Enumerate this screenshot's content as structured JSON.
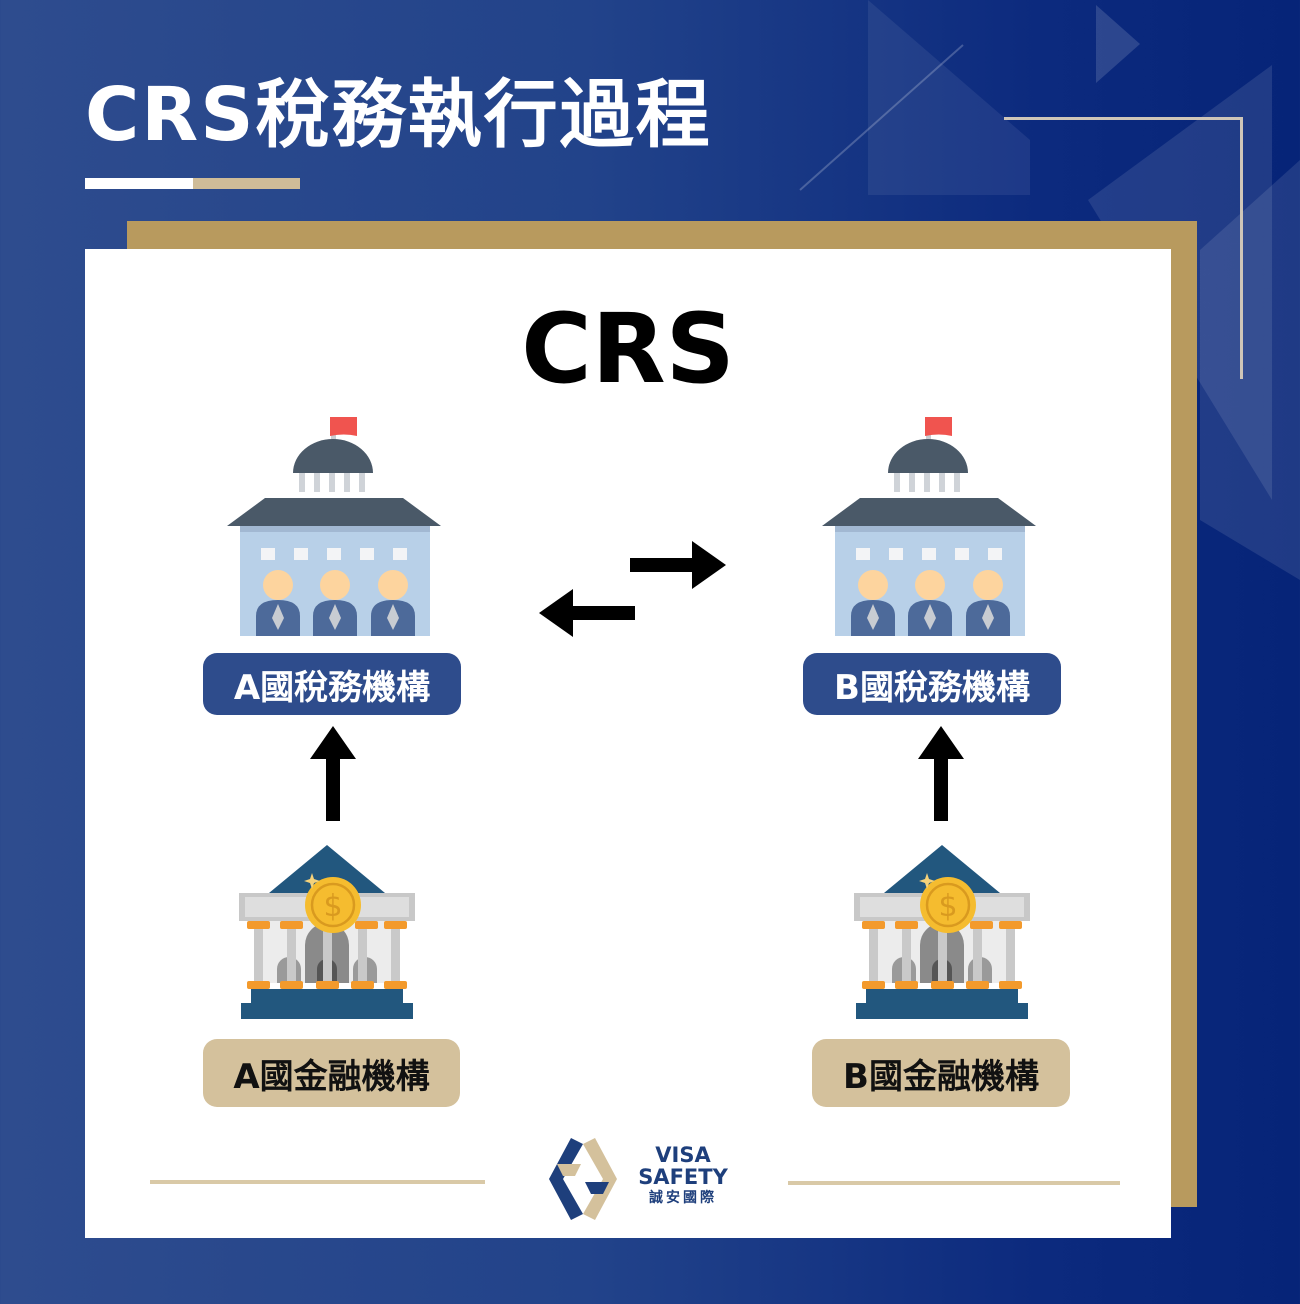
{
  "header": {
    "title": "CRS稅務執行過程"
  },
  "diagram": {
    "heading": "CRS",
    "nodes": {
      "tax_a": {
        "label": "A國稅務機構",
        "icon": "government-building-icon"
      },
      "tax_b": {
        "label": "B國稅務機構",
        "icon": "government-building-icon"
      },
      "fin_a": {
        "label": "A國金融機構",
        "icon": "bank-icon"
      },
      "fin_b": {
        "label": "B國金融機構",
        "icon": "bank-icon"
      }
    },
    "edges": [
      {
        "from": "A國金融機構",
        "to": "A國稅務機構",
        "arrow": "up"
      },
      {
        "from": "B國金融機構",
        "to": "B國稅務機構",
        "arrow": "up"
      },
      {
        "from": "A國稅務機構",
        "to": "B國稅務機構",
        "arrow": "right"
      },
      {
        "from": "B國稅務機構",
        "to": "A國稅務機構",
        "arrow": "left"
      }
    ]
  },
  "logo": {
    "line1": "VISA",
    "line2": "SAFETY",
    "line3": "誠安國際"
  },
  "colors": {
    "background_blue": "#22438a",
    "gold": "#b89a5e",
    "tax_pill": "#2e4c8c",
    "fin_pill": "#d4c19c",
    "flag_red": "#f0544f"
  }
}
